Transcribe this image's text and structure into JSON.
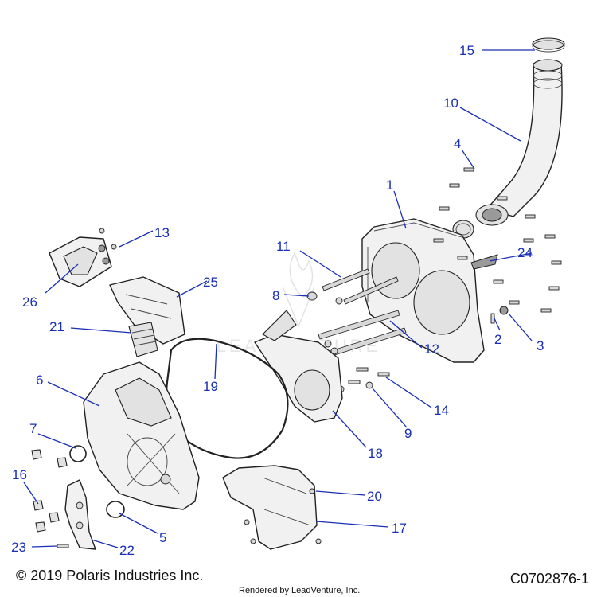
{
  "diagram": {
    "callouts": [
      {
        "id": "1",
        "label": "1"
      },
      {
        "id": "2",
        "label": "2"
      },
      {
        "id": "3",
        "label": "3"
      },
      {
        "id": "4",
        "label": "4"
      },
      {
        "id": "5",
        "label": "5"
      },
      {
        "id": "6",
        "label": "6"
      },
      {
        "id": "7",
        "label": "7"
      },
      {
        "id": "8",
        "label": "8"
      },
      {
        "id": "9",
        "label": "9"
      },
      {
        "id": "10",
        "label": "10"
      },
      {
        "id": "11",
        "label": "11"
      },
      {
        "id": "12",
        "label": "12"
      },
      {
        "id": "13",
        "label": "13"
      },
      {
        "id": "14",
        "label": "14"
      },
      {
        "id": "15",
        "label": "15"
      },
      {
        "id": "16",
        "label": "16"
      },
      {
        "id": "17",
        "label": "17"
      },
      {
        "id": "18",
        "label": "18"
      },
      {
        "id": "19",
        "label": "19"
      },
      {
        "id": "20",
        "label": "20"
      },
      {
        "id": "21",
        "label": "21"
      },
      {
        "id": "22",
        "label": "22"
      },
      {
        "id": "23",
        "label": "23"
      },
      {
        "id": "24",
        "label": "24"
      },
      {
        "id": "25",
        "label": "25"
      },
      {
        "id": "26",
        "label": "26"
      }
    ],
    "colors": {
      "callout": "#1a2fb5",
      "line": "#222222",
      "fill": "#f1f1f1"
    }
  },
  "footer": {
    "copyright": "© 2019 Polaris Industries Inc.",
    "rendered_by": "Rendered by LeadVenture, Inc.",
    "figure_id": "C0702876-1"
  },
  "watermark": {
    "text": "LEADVENTURE"
  }
}
